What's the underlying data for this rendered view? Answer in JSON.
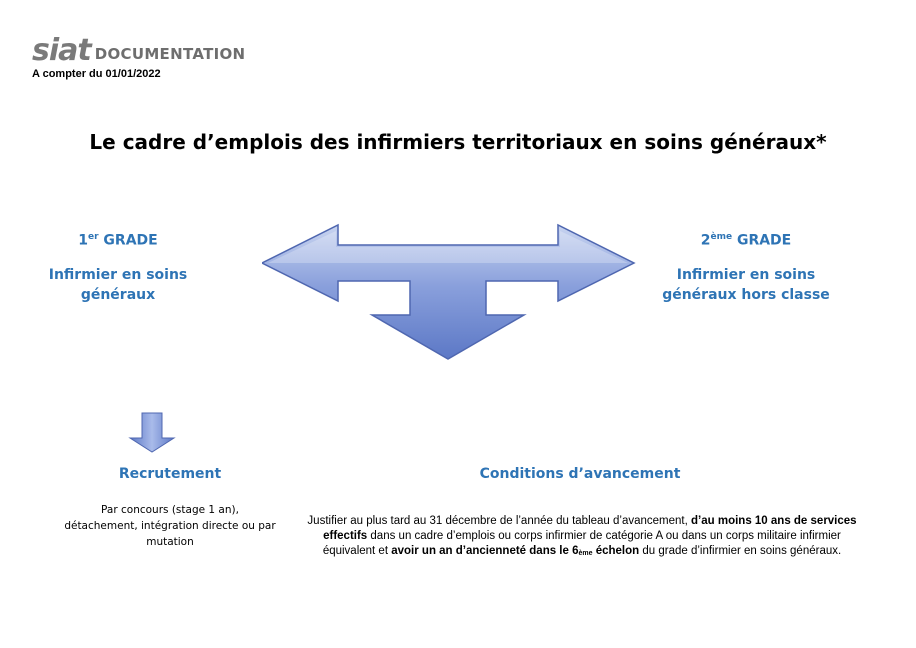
{
  "header": {
    "logo_mark": "siat",
    "logo_word": "DOCUMENTATION",
    "effective_date": "A compter du 01/01/2022"
  },
  "title": "Le cadre d’emplois des infirmiers territoriaux en soins généraux*",
  "grade1": {
    "number": "1",
    "sup": "er",
    "label": " GRADE",
    "name_line1": "Infirmier en soins",
    "name_line2": "généraux"
  },
  "grade2": {
    "number": "2",
    "sup": "ème",
    "label": " GRADE",
    "name_line1": "Infirmier en soins",
    "name_line2": "généraux hors classe"
  },
  "recrutement": {
    "title": "Recrutement",
    "line1": "Par concours (stage 1 an),",
    "line2": "détachement, intégration directe ou par",
    "line3": "mutation"
  },
  "conditions": {
    "title": "Conditions d’avancement",
    "t1": "Justifier au plus tard au 31 décembre de l’année du tableau d’avancement, ",
    "t2": "d’au moins 10 ans de services effectifs",
    "t3": " dans un cadre d’emplois ou corps infirmier de catégorie A ou dans un corps militaire infirmier équivalent et ",
    "t4": "avoir un an d’ancienneté dans le 6",
    "t4sub": "ème",
    "t5": " échelon",
    "t6": " du grade d’infirmier en soins généraux."
  },
  "colors": {
    "accent_blue": "#2e74b5",
    "arrow_fill": "#7f97d6"
  }
}
